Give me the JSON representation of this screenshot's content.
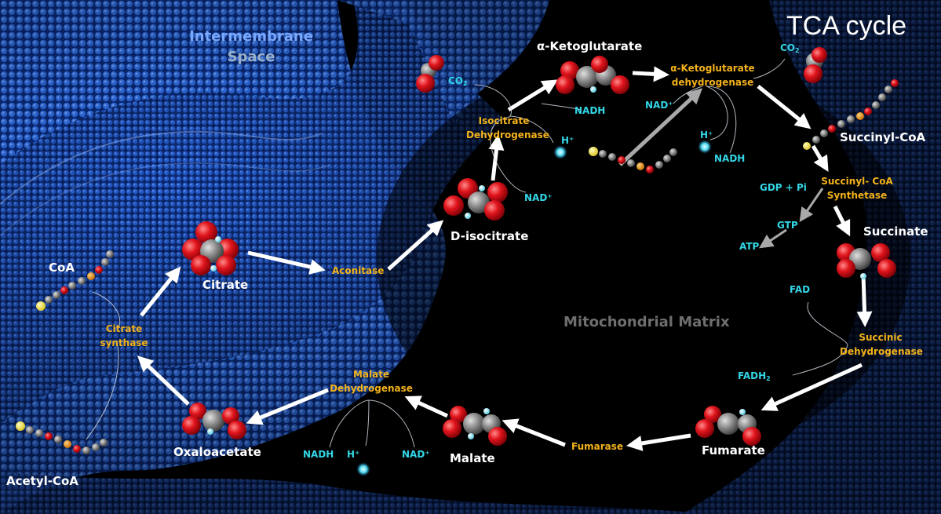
{
  "title": "TCA cycle",
  "regions": {
    "intermembrane": [
      "Intermembrane",
      "Space"
    ],
    "matrix": "Mitochondrial Matrix"
  },
  "molecules": {
    "citrate": "Citrate",
    "d_isocitrate": "D-isocitrate",
    "alpha_ketoglutarate": "α-Ketoglutarate",
    "succinyl_coa": "Succinyl-CoA",
    "succinate": "Succinate",
    "fumarate": "Fumarate",
    "malate": "Malate",
    "oxaloacetate": "Oxaloacetate",
    "coa": "CoA",
    "acetyl_coa": "Acetyl-CoA"
  },
  "enzymes": {
    "aconitase": "Aconitase",
    "isocitrate_dh": [
      "Isocitrate",
      "Dehydrogenase"
    ],
    "akg_dh": [
      "α-Ketoglutarate",
      "dehydrogenase"
    ],
    "succinyl_coa_synthetase": [
      "Succinyl- CoA",
      "Synthetase"
    ],
    "succinic_dh": [
      "Succinic",
      "Dehydrogenase"
    ],
    "fumarase": "Fumarase",
    "malate_dh": [
      "Malate",
      "Dehydrogenase"
    ],
    "citrate_synthase": [
      "Citrate",
      "synthase"
    ]
  },
  "cofactors": {
    "co2_base": "CO",
    "co2_sub": "2",
    "nadh": "NADH",
    "nad_plus": "NAD⁺",
    "h_plus": "H⁺",
    "gdp_pi": "GDP + Pi",
    "gtp": "GTP",
    "atp": "ATP",
    "fad": "FAD",
    "fadh2_base": "FADH",
    "fadh2_sub": "2"
  },
  "colors": {
    "membrane_blue": "#1f5fd8",
    "enzyme_orange": "#f3b21b",
    "cofactor_cyan": "#33d6e6",
    "oxygen_red": "#e0141c",
    "carbon_grey": "#8a8a8a",
    "hydrogen_cyan": "#7fe7f5",
    "arrow_white": "#ffffff",
    "arrow_grey": "#a9a9a9"
  }
}
